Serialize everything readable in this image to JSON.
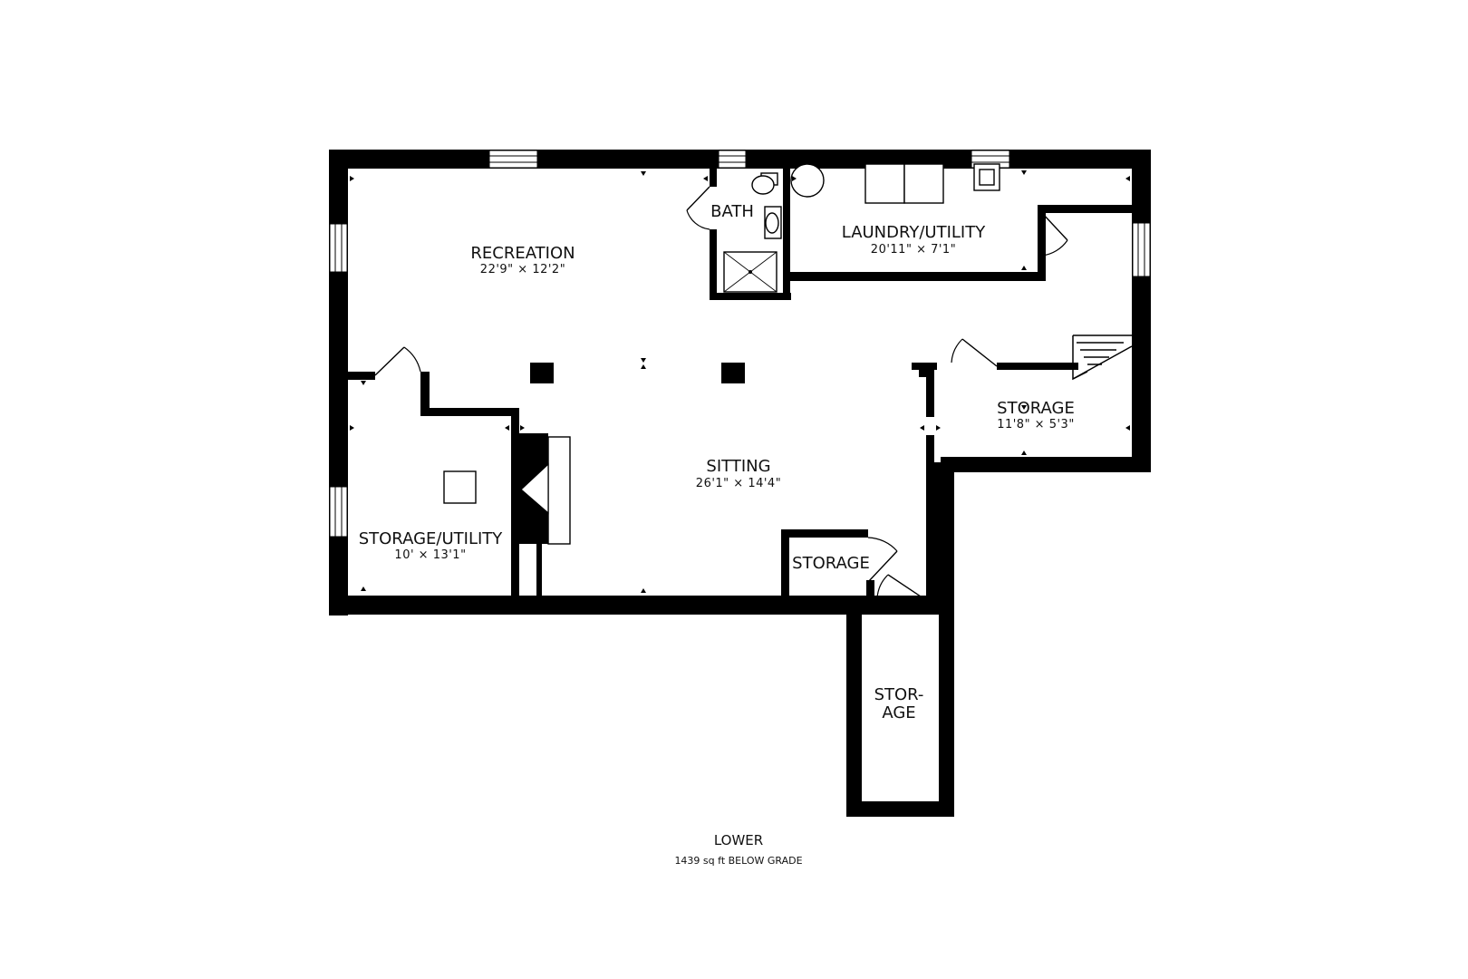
{
  "level": {
    "name": "LOWER",
    "area": "1439 sq ft BELOW GRADE"
  },
  "rooms": {
    "recreation": {
      "name": "RECREATION",
      "dims": "22'9\" × 12'2\""
    },
    "bath": {
      "name": "BATH"
    },
    "laundry": {
      "name": "LAUNDRY/UTILITY",
      "dims": "20'11\" × 7'1\""
    },
    "storage_right": {
      "name": "STORAGE",
      "dims": "11'8\" × 5'3\""
    },
    "sitting": {
      "name": "SITTING",
      "dims": "26'1\" × 14'4\""
    },
    "storage_utility": {
      "name": "STORAGE/UTILITY",
      "dims": "10' × 13'1\""
    },
    "storage_small": {
      "name": "STORAGE"
    },
    "storage_tall": {
      "name_line1": "STOR-",
      "name_line2": "AGE"
    }
  }
}
